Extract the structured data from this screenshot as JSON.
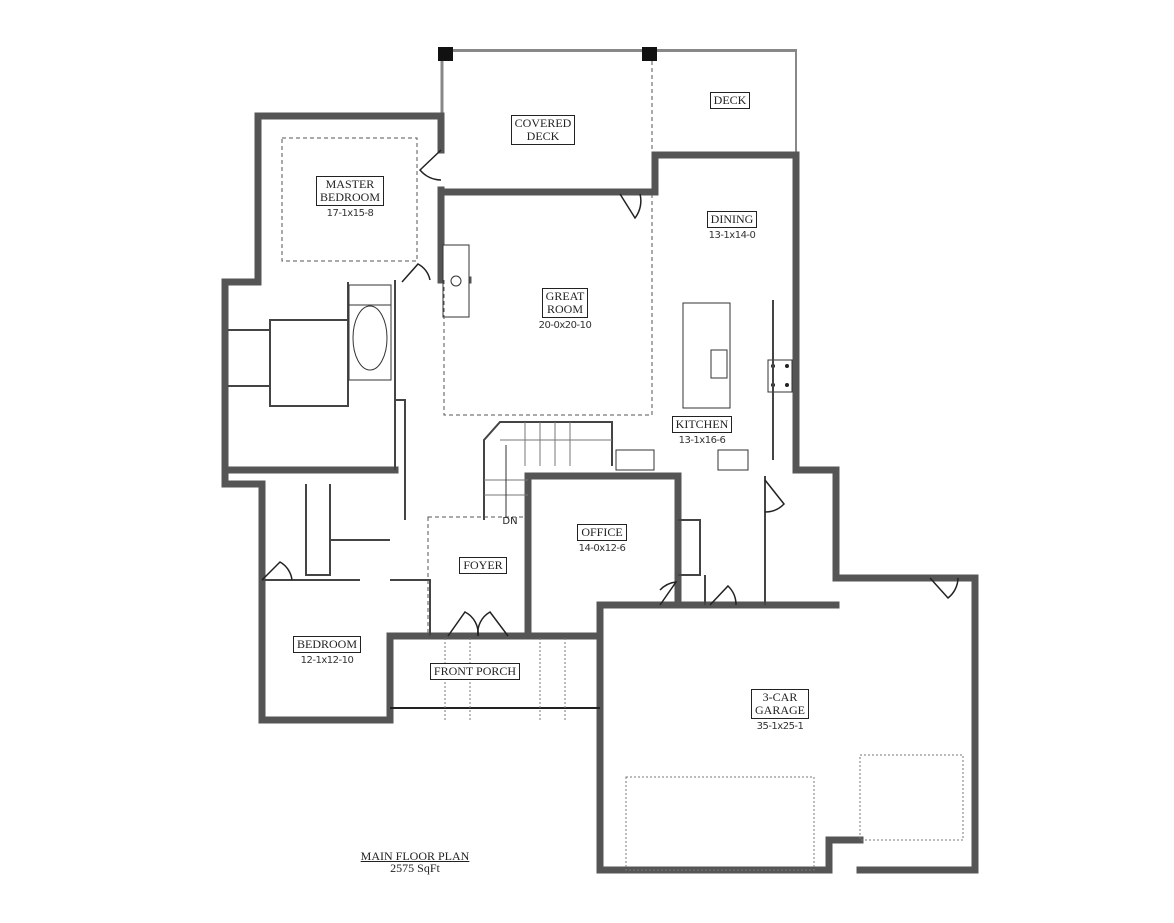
{
  "plan": {
    "title": "MAIN FLOOR PLAN",
    "area": "2575 SqFt"
  },
  "rooms": {
    "master_bedroom": {
      "name_line1": "MASTER",
      "name_line2": "BEDROOM",
      "dim": "17-1x15-8"
    },
    "covered_deck": {
      "name_line1": "COVERED",
      "name_line2": "DECK"
    },
    "deck": {
      "name": "DECK"
    },
    "dining": {
      "name": "DINING",
      "dim": "13-1x14-0"
    },
    "great_room": {
      "name_line1": "GREAT",
      "name_line2": "ROOM",
      "dim": "20-0x20-10"
    },
    "kitchen": {
      "name": "KITCHEN",
      "dim": "13-1x16-6"
    },
    "office": {
      "name": "OFFICE",
      "dim": "14-0x12-6"
    },
    "foyer": {
      "name": "FOYER"
    },
    "stair_label": "DN",
    "bedroom": {
      "name": "BEDROOM",
      "dim": "12-1x12-10"
    },
    "front_porch": {
      "name": "FRONT PORCH"
    },
    "garage": {
      "name_line1": "3-CAR",
      "name_line2": "GARAGE",
      "dim": "35-1x25-1"
    }
  },
  "colors": {
    "wall": "#6b6b6b",
    "line": "#222222",
    "background": "#ffffff"
  }
}
